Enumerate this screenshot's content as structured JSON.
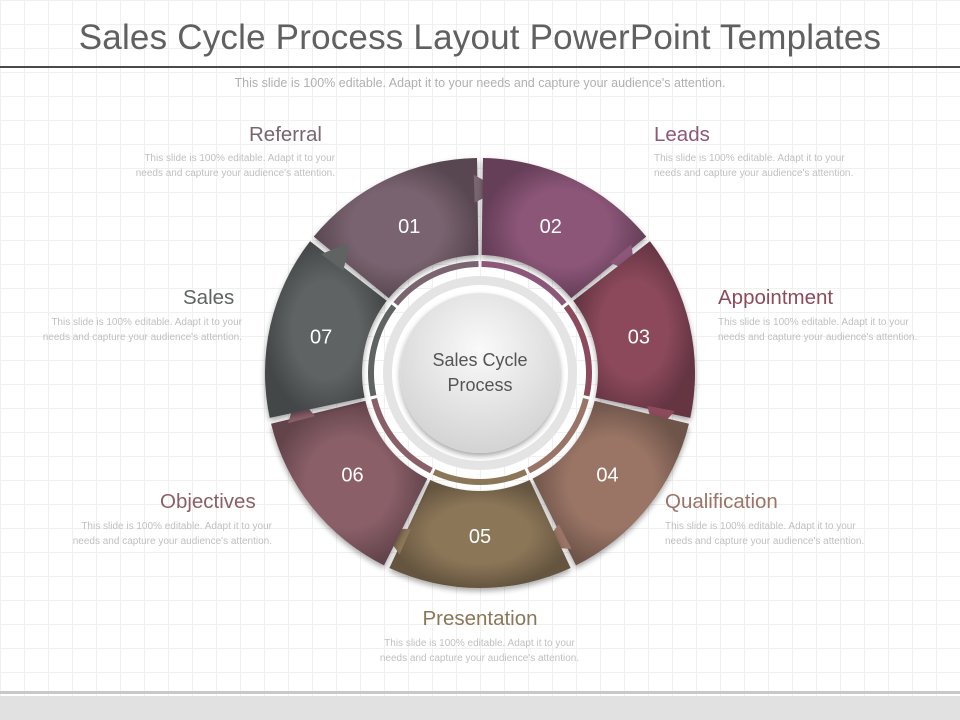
{
  "title": "Sales Cycle Process Layout PowerPoint Templates",
  "subtitle": "This slide is 100% editable. Adapt it to your needs and capture your audience's attention.",
  "center_label_line1": "Sales Cycle",
  "center_label_line2": "Process",
  "stages": [
    {
      "number": "01",
      "heading": "Referral",
      "description": "This slide is 100% editable. Adapt it to your needs and capture your audience's attention.",
      "color": "#7a6470"
    },
    {
      "number": "02",
      "heading": "Leads",
      "description": "This slide is 100% editable. Adapt it to your needs and capture your audience's attention.",
      "color": "#8c5779"
    },
    {
      "number": "03",
      "heading": "Appointment",
      "description": "This slide is 100% editable. Adapt it to your needs and capture your audience's attention.",
      "color": "#8c4a5c"
    },
    {
      "number": "04",
      "heading": "Qualification",
      "description": "This slide is 100% editable. Adapt it to your needs and capture your audience's attention.",
      "color": "#9a7466"
    },
    {
      "number": "05",
      "heading": "Presentation",
      "description": "This slide is 100% editable. Adapt it to your needs and capture your audience's attention.",
      "color": "#8c7658"
    },
    {
      "number": "06",
      "heading": "Objectives",
      "description": "This slide is 100% editable. Adapt it to your needs and capture your audience's attention.",
      "color": "#8a5f68"
    },
    {
      "number": "07",
      "heading": "Sales",
      "description": "This slide is 100% editable. Adapt it to your needs and capture your audience's attention.",
      "color": "#5f6463"
    }
  ]
}
